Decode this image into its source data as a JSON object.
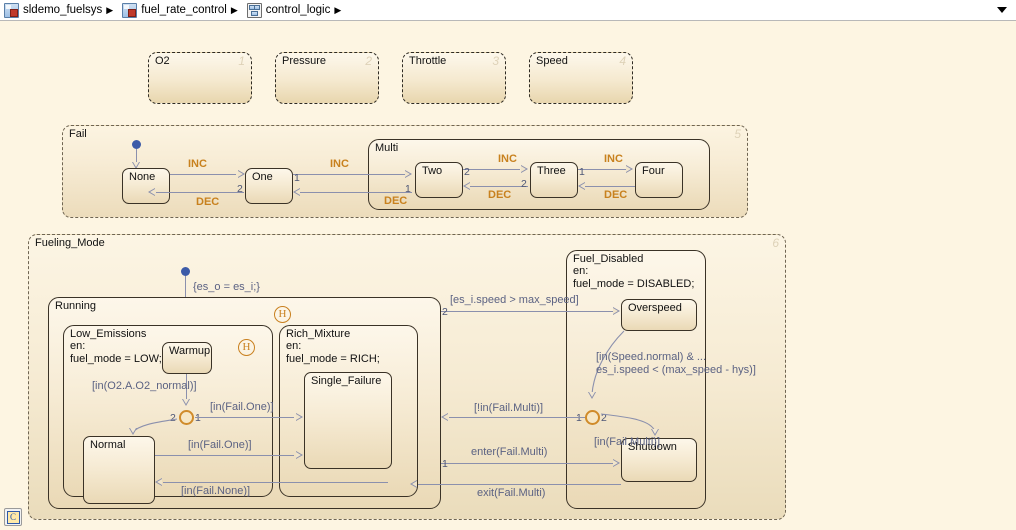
{
  "breadcrumb": {
    "items": [
      {
        "label": "sldemo_fuelsys",
        "icon": "chart-icon",
        "sep": "▶"
      },
      {
        "label": "fuel_rate_control",
        "icon": "chart-icon",
        "sep": "▶"
      },
      {
        "label": "control_logic",
        "icon": "subchart-icon",
        "sep": "▶"
      }
    ],
    "menu_arrow": "dropdown-arrow"
  },
  "inputs": [
    {
      "name": "O2",
      "badge": "1"
    },
    {
      "name": "Pressure",
      "badge": "2"
    },
    {
      "name": "Throttle",
      "badge": "3"
    },
    {
      "name": "Speed",
      "badge": "4"
    }
  ],
  "fail": {
    "name": "Fail",
    "badge": "5",
    "states": [
      {
        "name": "None"
      },
      {
        "name": "One"
      },
      {
        "name": "Two"
      },
      {
        "name": "Three"
      },
      {
        "name": "Four"
      }
    ],
    "multi": {
      "name": "Multi"
    },
    "labels": {
      "inc": "INC",
      "dec": "DEC",
      "one": "1",
      "two": "2"
    }
  },
  "fueling_mode": {
    "name": "Fueling_Mode",
    "badge": "6",
    "default_action": "{es_o = es_i;}",
    "running": {
      "name": "Running",
      "history": "H"
    },
    "low_emissions": {
      "name": "Low_Emissions",
      "body": "en:\nfuel_mode = LOW;",
      "history": "H",
      "states": [
        {
          "name": "Warmup"
        },
        {
          "name": "Normal"
        }
      ],
      "t_o2_normal": "[in(O2.A.O2_normal)]",
      "j_left": "2",
      "j_right": "1"
    },
    "rich_mixture": {
      "name": "Rich_Mixture",
      "body": "en:\nfuel_mode = RICH;",
      "states": [
        {
          "name": "Single_Failure"
        }
      ]
    },
    "fuel_disabled": {
      "name": "Fuel_Disabled",
      "body": "en:\nfuel_mode = DISABLED;",
      "states": [
        {
          "name": "Overspeed"
        },
        {
          "name": "Shutdown"
        }
      ],
      "t_overspeed_in": "[es_i.speed > max_speed]",
      "t_overspeed_in_num": "2",
      "t_overspeed_out": "[in(Speed.normal) & ...\nes_i.speed < (max_speed - hys)]",
      "j_left": "1",
      "j_right": "2",
      "t_not_in_fail_multi": "[!in(Fail.Multi)]",
      "t_in_fail_multi": "[in(Fail.Multi)]",
      "t_enter_fail_multi": "enter(Fail.Multi)",
      "t_enter_num": "1",
      "t_exit_fail_multi": "exit(Fail.Multi)"
    },
    "transitions": {
      "in_fail_one_a": "[in(Fail.One)]",
      "in_fail_one_b": "[in(Fail.One)]",
      "in_fail_none": "[in(Fail.None)]"
    }
  },
  "status": {
    "chart_badge": "C"
  }
}
